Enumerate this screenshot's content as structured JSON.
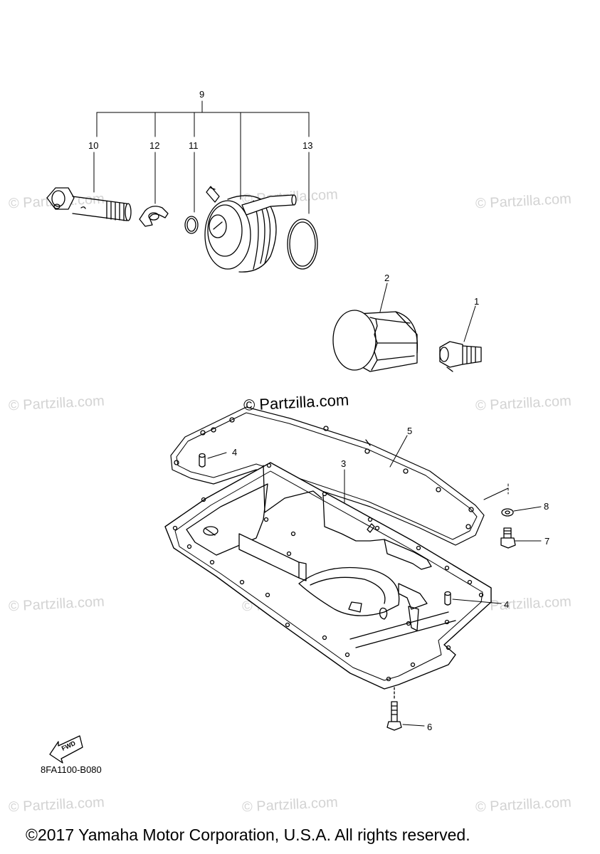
{
  "watermark_text": "© Partzilla.com",
  "center_watermark_text": "© Partzilla.com",
  "callouts": {
    "c1": "1",
    "c2": "2",
    "c3": "3",
    "c4a": "4",
    "c4b": "4",
    "c5": "5",
    "c6": "6",
    "c7": "7",
    "c8": "8",
    "c9": "9",
    "c10": "10",
    "c11": "11",
    "c12": "12",
    "c13": "13"
  },
  "fwd_label": "FWD",
  "drawing_code": "8FA1100-B080",
  "copyright": "©2017 Yamaha Motor Corporation, U.S.A. All rights reserved.",
  "colors": {
    "line": "#000000",
    "watermark": "#d3d3d3",
    "background": "#ffffff"
  }
}
